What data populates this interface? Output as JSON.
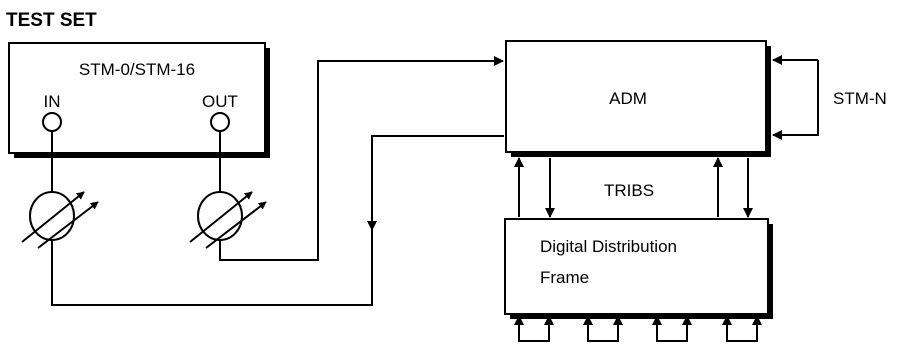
{
  "diagram": {
    "title": "TEST SET",
    "test_set": {
      "mode_label": "STM-0/STM-16",
      "in_label": "IN",
      "out_label": "OUT"
    },
    "adm": {
      "label": "ADM",
      "loop_label": "STM-N"
    },
    "tribs_label": "TRIBS",
    "ddf": {
      "line1": "Digital Distribution",
      "line2": "Frame"
    },
    "colors": {
      "stroke": "#000000",
      "shadow": "#000000",
      "background": "#ffffff"
    }
  }
}
